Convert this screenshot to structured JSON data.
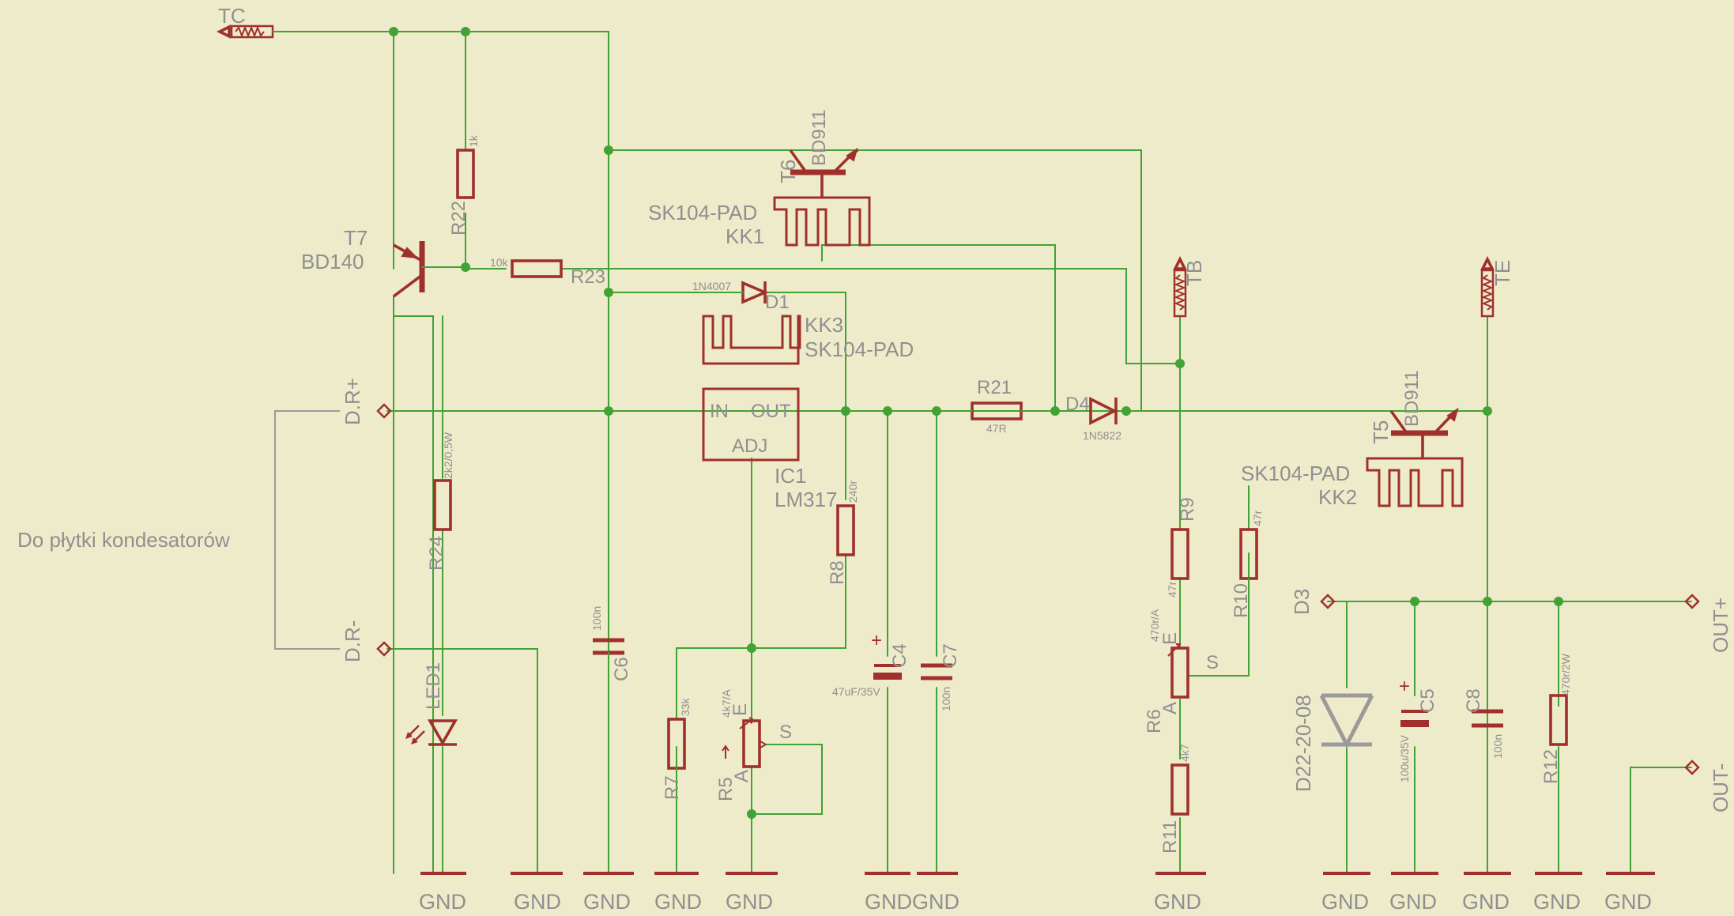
{
  "title": "",
  "labels": {
    "tc": "TC",
    "tb": "TB",
    "te": "TE",
    "t7_name": "T7",
    "t7_value": "BD140",
    "r22_name": "R22",
    "r22_value": "1k",
    "r23_name": "R23",
    "r23_value": "10k",
    "t6_name": "T6",
    "t6_value": "BD911",
    "kk1_pkg": "SK104-PAD",
    "kk1_name": "KK1",
    "d1_name": "D1",
    "d1_value": "1N4007",
    "kk3_name": "KK3",
    "kk3_pkg": "SK104-PAD",
    "ic1_name": "IC1",
    "ic1_value": "LM317",
    "ic1_in": "IN",
    "ic1_out": "OUT",
    "ic1_adj": "ADJ",
    "r21_name": "R21",
    "r21_value": "47R",
    "d4_name": "D4",
    "d4_value": "1N5822",
    "t5_name": "T5",
    "t5_value": "BD911",
    "kk2_pkg": "SK104-PAD",
    "kk2_name": "KK2",
    "dr_plus": "D.R+",
    "dr_minus": "D.R-",
    "side_note": "Do płytki kondesatorów",
    "r24_name": "R24",
    "r24_value": "2k2/0,5W",
    "led1_name": "LED1",
    "c6_name": "C6",
    "c6_value": "100n",
    "r8_name": "R8",
    "r8_value": "240r",
    "r7_name": "R7",
    "r7_value": "33k",
    "r5_name": "R5",
    "r5_value": "4k7/A",
    "r5_e": "E",
    "r5_s": "S",
    "r5_a": "A",
    "c4_name": "C4",
    "c4_value": "47uF/35V",
    "c7_name": "C7",
    "c7_value": "100n",
    "r9_name": "R9",
    "r9_value": "47r",
    "r10_name": "R10",
    "r10_value": "47r",
    "r6_name": "R6",
    "r6_value": "470r/A",
    "r6_e": "E",
    "r6_s": "S",
    "r6_a": "A",
    "r11_name": "R11",
    "r11_value": "4k7",
    "d3_name": "D3",
    "d3_value": "D22-20-08",
    "c5_name": "C5",
    "c5_value": "100u/35V",
    "c8_name": "C8",
    "c8_value": "100n",
    "r12_name": "R12",
    "r12_value": "470r/2W",
    "out_plus": "OUT+",
    "out_minus": "OUT-",
    "gnd": "GND",
    "plus": "+"
  },
  "colors": {
    "background": "#EEEBCB",
    "wire": "#41a235",
    "symbol": "#a0302c",
    "text": "#8f8f8f"
  }
}
